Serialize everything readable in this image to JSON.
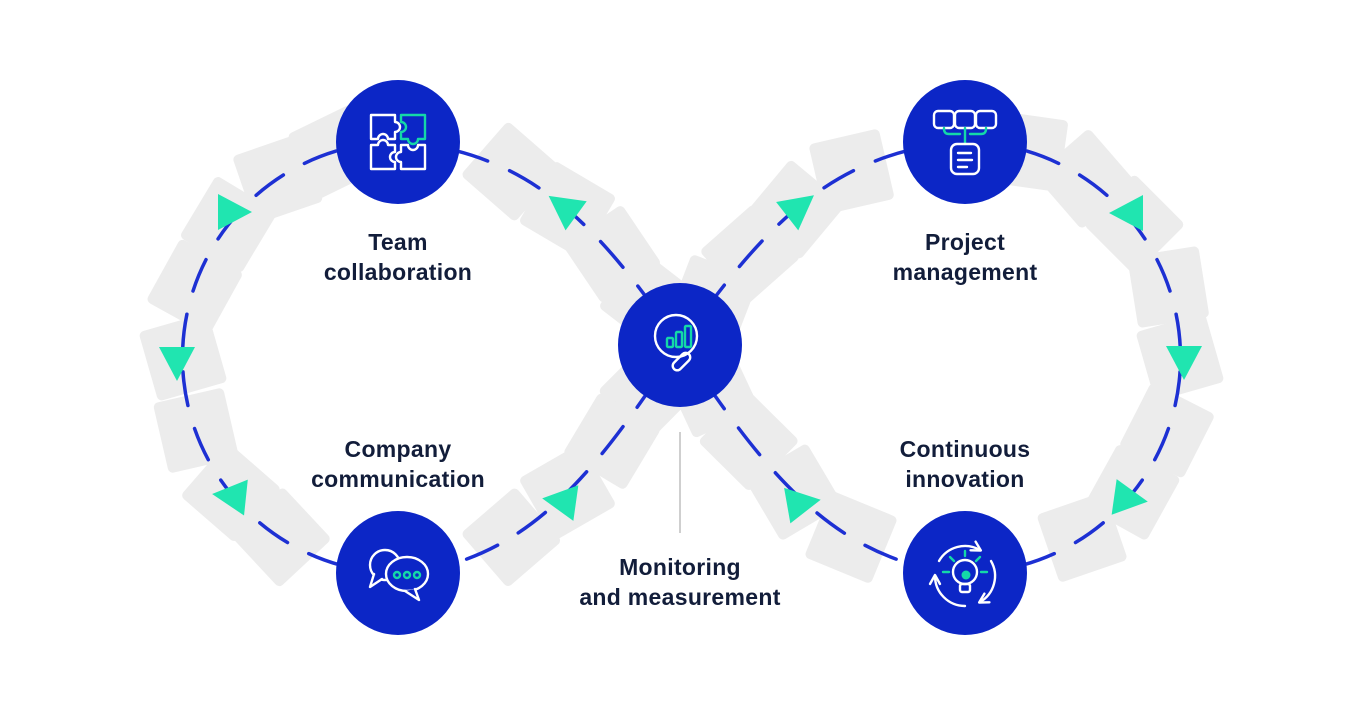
{
  "diagram": {
    "type": "infinity-loop-process-diagram",
    "background": "#ffffff",
    "colors": {
      "node_blue": "#0c26c6",
      "path_blue": "#1d30d3",
      "arrow_mint": "#20e5b0",
      "icon_teal": "#14d8a8",
      "text_navy": "#121d3a",
      "square_gray": "#ececec",
      "connector_gray": "#cfcfcf"
    },
    "nodes": [
      {
        "id": "team-collaboration",
        "label": "Team\ncollaboration",
        "icon": "puzzle-icon"
      },
      {
        "id": "project-management",
        "label": "Project\nmanagement",
        "icon": "org-chart-icon"
      },
      {
        "id": "monitoring-measurement",
        "label": "Monitoring\nand measurement",
        "icon": "magnifier-chart-icon"
      },
      {
        "id": "company-communication",
        "label": "Company\ncommunication",
        "icon": "chat-bubbles-icon"
      },
      {
        "id": "continuous-innovation",
        "label": "Continuous\ninnovation",
        "icon": "lightbulb-cycle-icon"
      }
    ]
  }
}
